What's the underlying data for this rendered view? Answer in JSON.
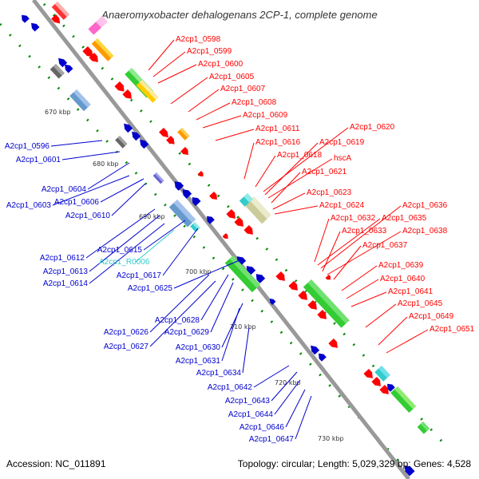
{
  "title": "Anaeromyxobacter dehalogenans 2CP-1, complete genome",
  "footer": {
    "accession": "Accession: NC_011891",
    "summary": "Topology: circular; Length: 5,029,329 bp; Genes: 4,528"
  },
  "colors": {
    "plus_strand": "#ff0000",
    "minus_strand": "#0000cc",
    "rna": "#33cccc",
    "backbone": "#999999",
    "tick": "#008800"
  },
  "kbp_ticks": [
    "670 kbp",
    "680 kbp",
    "690 kbp",
    "700 kbp",
    "710 kbp",
    "720 kbp",
    "730 kbp"
  ],
  "labels_plus": [
    "A2cp1_0598",
    "A2cp1_0599",
    "A2cp1_0600",
    "A2cp1_0605",
    "A2cp1_0607",
    "A2cp1_0608",
    "A2cp1_0609",
    "A2cp1_0611",
    "A2cp1_0616",
    "A2cp1_0618",
    "A2cp1_0620",
    "A2cp1_0619",
    "hscA",
    "A2cp1_0621",
    "A2cp1_0623",
    "A2cp1_0624",
    "A2cp1_0632",
    "A2cp1_0635",
    "A2cp1_0636",
    "A2cp1_0633",
    "A2cp1_0638",
    "A2cp1_0637",
    "A2cp1_0639",
    "A2cp1_0640",
    "A2cp1_0641",
    "A2cp1_0645",
    "A2cp1_0649",
    "A2cp1_0651"
  ],
  "labels_minus": [
    "A2cp1_0596",
    "A2cp1_0601",
    "A2cp1_0604",
    "A2cp1_0606",
    "A2cp1_0603",
    "A2cp1_0610",
    "A2cp1_0615",
    "A2cp1_0612",
    "A2cp1_0613",
    "A2cp1_0614",
    "A2cp1_0617",
    "A2cp1_0625",
    "A2cp1_0628",
    "A2cp1_0626",
    "A2cp1_0629",
    "A2cp1_0627",
    "A2cp1_0630",
    "A2cp1_0631",
    "A2cp1_0634",
    "A2cp1_0642",
    "A2cp1_0643",
    "A2cp1_0644",
    "A2cp1_0646",
    "A2cp1_0647"
  ],
  "labels_rna": [
    "A2cp1_R0006"
  ]
}
